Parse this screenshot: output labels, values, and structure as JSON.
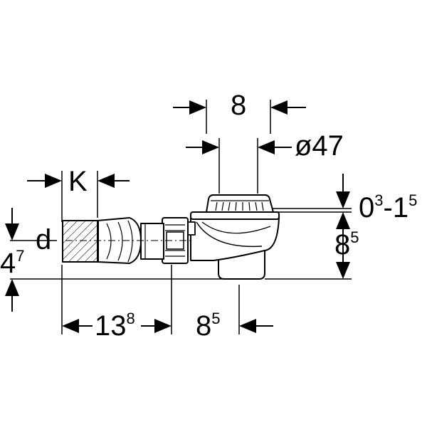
{
  "drawing": {
    "dimensions": {
      "top_width": "8",
      "diameter": "ø47",
      "k_label": "K",
      "d_label": "d",
      "left_height_base": "4",
      "left_height_exp": "7",
      "grate_range_a_base": "0",
      "grate_range_a_exp": "3",
      "grate_range_sep": "-",
      "grate_range_b_base": "1",
      "grate_range_b_exp": "5",
      "right_height_base": "8",
      "right_height_exp": "5",
      "bottom_left_base": "13",
      "bottom_left_exp": "8",
      "bottom_right_base": "8",
      "bottom_right_exp": "5"
    }
  }
}
